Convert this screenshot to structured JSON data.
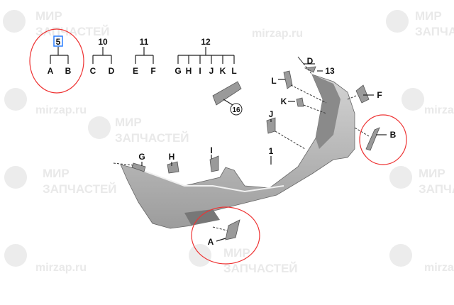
{
  "watermark": {
    "brand_line1": "МИР",
    "brand_line2": "ЗАПЧАСТЕЙ",
    "site": "mirzap.ru"
  },
  "legend_groups": [
    {
      "part": "5",
      "variants": [
        "A",
        "B"
      ]
    },
    {
      "part": "10",
      "variants": [
        "C",
        "D"
      ]
    },
    {
      "part": "11",
      "variants": [
        "E",
        "F"
      ]
    },
    {
      "part": "12",
      "variants": [
        "G",
        "H",
        "I",
        "J",
        "K",
        "L"
      ]
    }
  ],
  "callouts": {
    "bumper": "1",
    "d": "D",
    "n13": "13",
    "l": "L",
    "k": "K",
    "f": "F",
    "b": "B",
    "j": "J",
    "g": "G",
    "h": "H",
    "i": "I",
    "a": "A",
    "n16": "16"
  },
  "highlight_color": "#e33333",
  "selected_part": "5"
}
